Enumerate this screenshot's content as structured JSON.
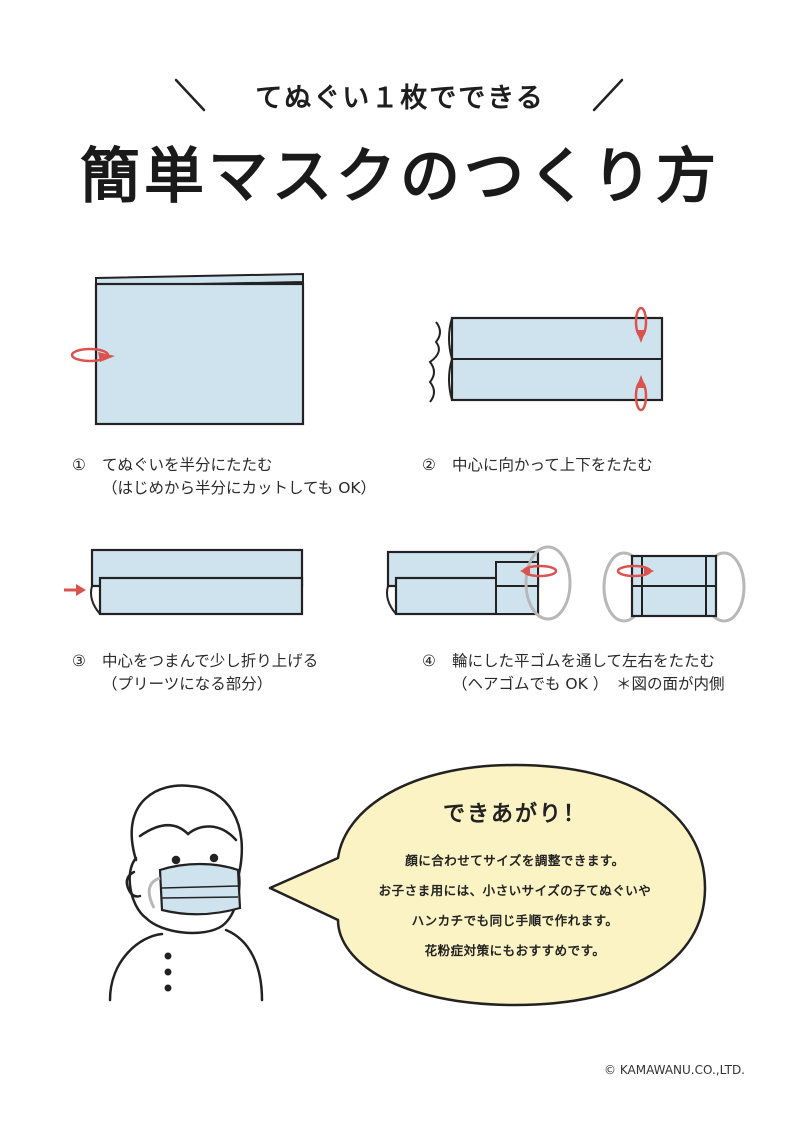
{
  "header": {
    "subtitle": "てぬぐい１枚でできる",
    "title": "簡単マスクのつくり方"
  },
  "steps": [
    {
      "number": "①",
      "line1": "てぬぐいを半分にたたむ",
      "line2": "（はじめから半分にカットしても OK）"
    },
    {
      "number": "②",
      "line1": "中心に向かって上下をたたむ",
      "line2": ""
    },
    {
      "number": "③",
      "line1": "中心をつまんで少し折り上げる",
      "line2": "（プリーツになる部分）"
    },
    {
      "number": "④",
      "line1": "輪にした平ゴムを通して左右をたたむ",
      "line2": "（ヘアゴムでも OK ）　＊図の面が内側"
    }
  ],
  "bubble": {
    "title": "できあがり！",
    "lines": [
      "顔に合わせてサイズを調整できます。",
      "お子さま用には、小さいサイズの子てぬぐいや",
      "ハンカチでも同じ手順で作れます。",
      "花粉症対策にもおすすめです。"
    ]
  },
  "footer": {
    "copyright": "© KAMAWANU.CO.,LTD."
  },
  "colors": {
    "cloth": "#cfe3ee",
    "arrow": "#d9544f",
    "elastic": "#b8b8b8",
    "bubble": "#fbf3c4",
    "ink": "#222222"
  }
}
